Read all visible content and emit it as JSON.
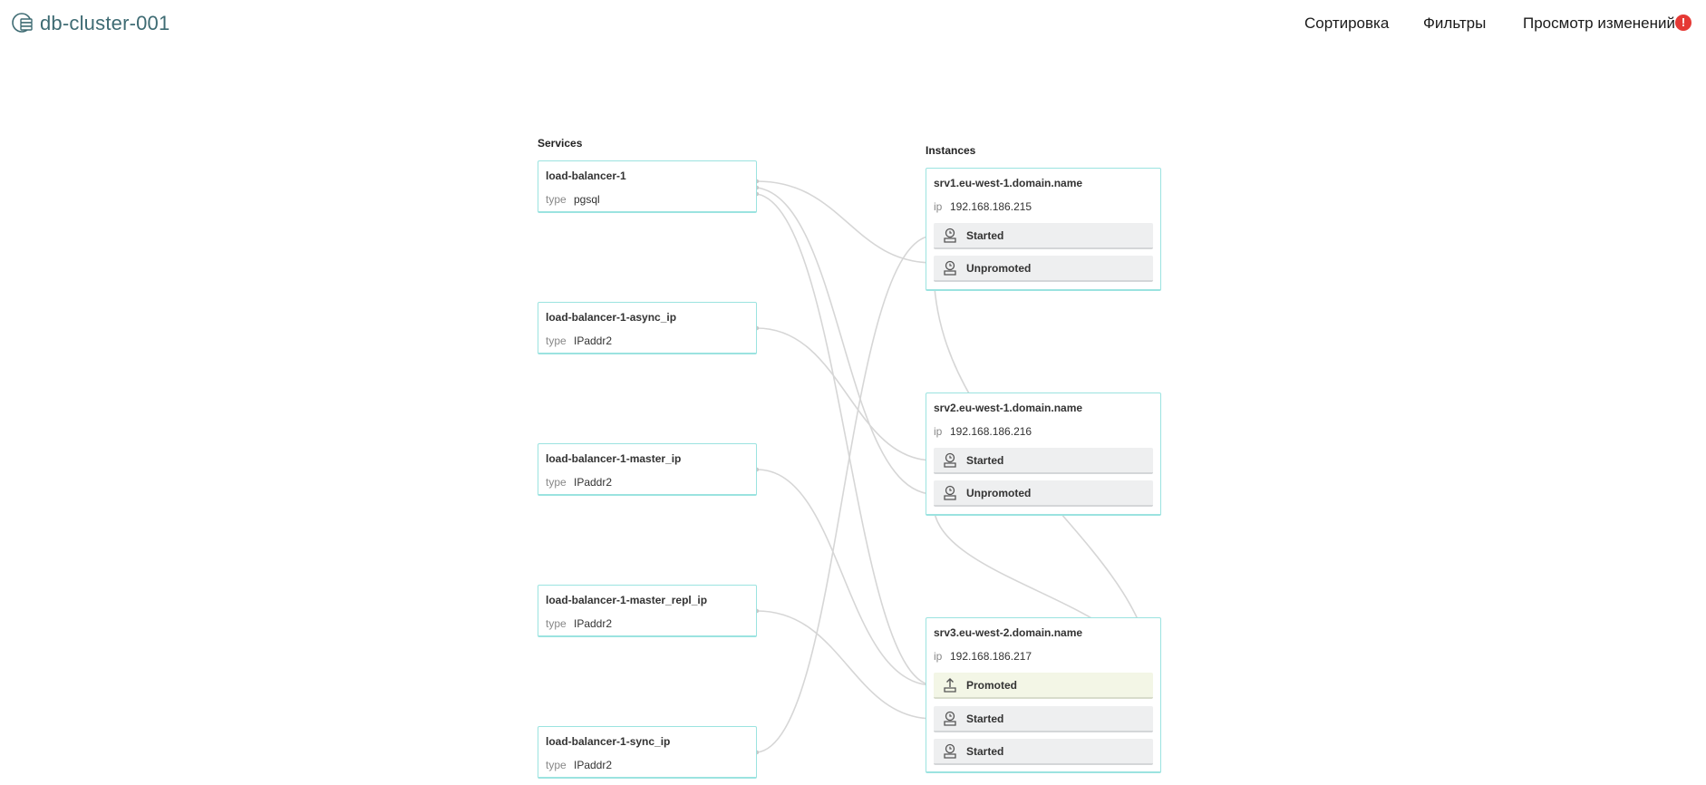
{
  "header": {
    "title": "db-cluster-001",
    "logo_icon": "database-cluster-icon",
    "nav": {
      "sort_label": "Сортировка",
      "filter_label": "Фильтры",
      "changes_label": "Просмотр изменений",
      "alert_badge": "!"
    },
    "alert_color": "#e53935"
  },
  "services": {
    "heading": "Services",
    "type_key": "type",
    "items": [
      {
        "name": "load-balancer-1",
        "type": "pgsql"
      },
      {
        "name": "load-balancer-1-async_ip",
        "type": "IPaddr2"
      },
      {
        "name": "load-balancer-1-master_ip",
        "type": "IPaddr2"
      },
      {
        "name": "load-balancer-1-master_repl_ip",
        "type": "IPaddr2"
      },
      {
        "name": "load-balancer-1-sync_ip",
        "type": "IPaddr2"
      }
    ]
  },
  "instances": {
    "heading": "Instances",
    "ip_key": "ip",
    "items": [
      {
        "name": "srv1.eu-west-1.domain.name",
        "ip": "192.168.186.215",
        "statuses": [
          {
            "label": "Started",
            "icon": "clock-user-icon"
          },
          {
            "label": "Unpromoted",
            "icon": "clock-user-icon"
          }
        ]
      },
      {
        "name": "srv2.eu-west-1.domain.name",
        "ip": "192.168.186.216",
        "statuses": [
          {
            "label": "Started",
            "icon": "clock-user-icon"
          },
          {
            "label": "Unpromoted",
            "icon": "clock-user-icon"
          }
        ]
      },
      {
        "name": "srv3.eu-west-2.domain.name",
        "ip": "192.168.186.217",
        "statuses": [
          {
            "label": "Promoted",
            "icon": "upload-tray-icon"
          },
          {
            "label": "Started",
            "icon": "clock-user-icon"
          },
          {
            "label": "Started",
            "icon": "clock-user-icon"
          }
        ]
      }
    ]
  },
  "colors": {
    "accent_border": "#9be3e0",
    "link_line": "#d0d0d0",
    "title_color": "#3e6b73",
    "promoted_bg": "#f3f6e6"
  }
}
